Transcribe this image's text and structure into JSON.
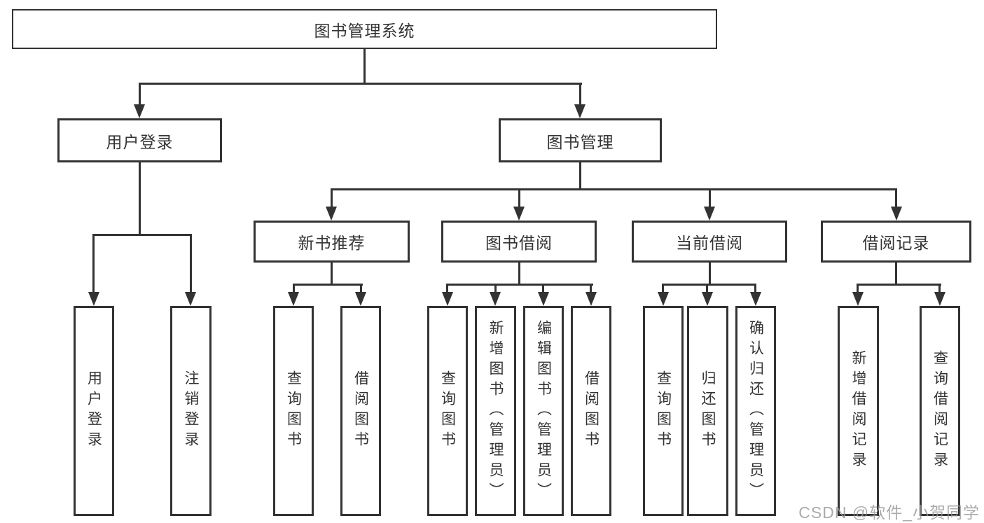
{
  "tree": {
    "root": {
      "label": "图书管理系统"
    },
    "branches": [
      {
        "label": "用户登录",
        "children": [
          {
            "label": "用户登录"
          },
          {
            "label": "注销登录"
          }
        ]
      },
      {
        "label": "图书管理",
        "children": [
          {
            "label": "新书推荐",
            "children": [
              {
                "label": "查询图书"
              },
              {
                "label": "借阅图书"
              }
            ]
          },
          {
            "label": "图书借阅",
            "children": [
              {
                "label": "查询图书"
              },
              {
                "label": "新增图书（管理员）"
              },
              {
                "label": "编辑图书（管理员）"
              },
              {
                "label": "借阅图书"
              }
            ]
          },
          {
            "label": "当前借阅",
            "children": [
              {
                "label": "查询图书"
              },
              {
                "label": "归还图书"
              },
              {
                "label": "确认归还（管理员）"
              }
            ]
          },
          {
            "label": "借阅记录",
            "children": [
              {
                "label": "新增借阅记录"
              },
              {
                "label": "查询借阅记录"
              }
            ]
          }
        ]
      }
    ]
  },
  "watermark": "CSDN @软件_小贺同学",
  "colors": {
    "line": "#333333",
    "text": "#333333",
    "box_background": "#ffffff",
    "watermark": "#969696",
    "background": "#ffffff"
  }
}
